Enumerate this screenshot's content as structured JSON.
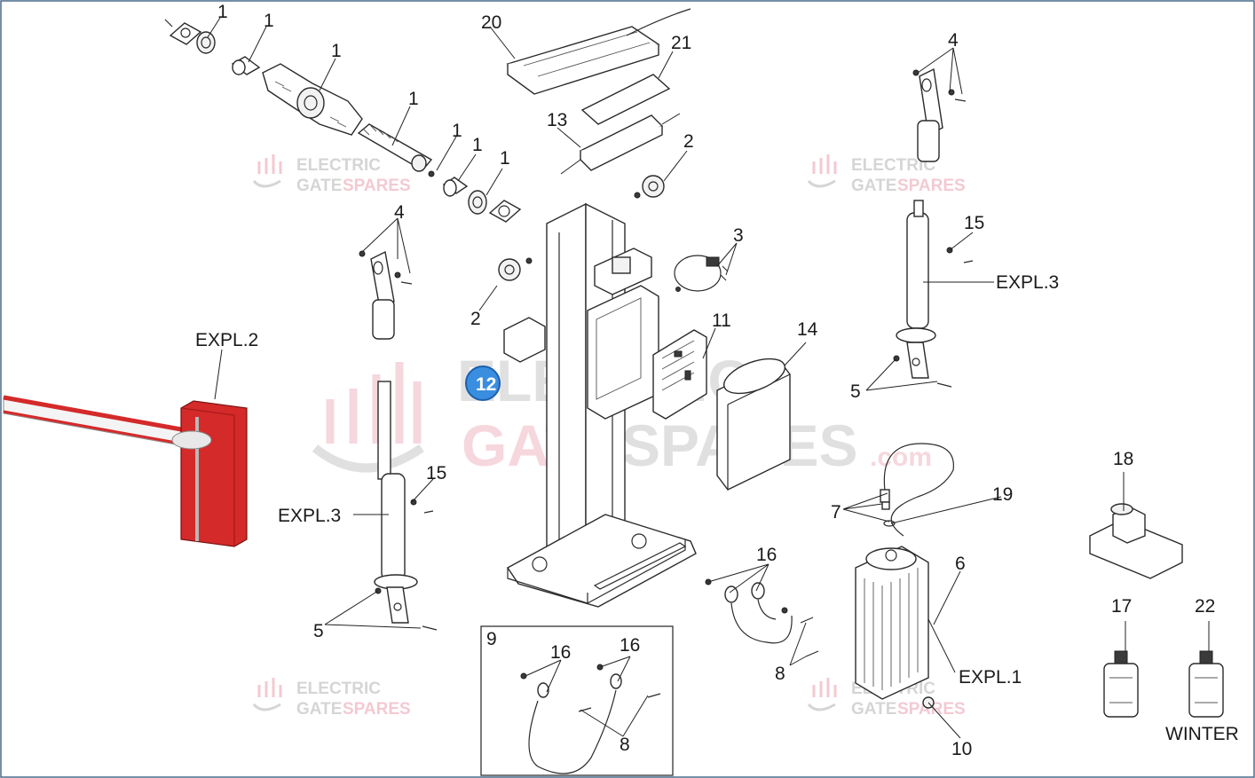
{
  "labels": {
    "l1": "1",
    "l2": "2",
    "l3": "3",
    "l4": "4",
    "l5": "5",
    "l6": "6",
    "l7": "7",
    "l8": "8",
    "l9": "9",
    "l10": "10",
    "l11": "11",
    "l12": "12",
    "l13": "13",
    "l14": "14",
    "l15": "15",
    "l16": "16",
    "l17": "17",
    "l18": "18",
    "l19": "19",
    "l20": "20",
    "l21": "21",
    "l22": "22",
    "expl1": "EXPL.1",
    "expl2": "EXPL.2",
    "expl3": "EXPL.3",
    "winter": "WINTER"
  },
  "watermark": {
    "line1": "ELECTRIC",
    "line2a": "GATE",
    "line2b": "SPARES",
    "suffix": ".com"
  },
  "colors": {
    "watermark_pink": "#f0b8c4",
    "watermark_grey": "#c8c8c8",
    "barrier_red": "#d42a2a",
    "badge_blue": "#3a8ee0"
  }
}
